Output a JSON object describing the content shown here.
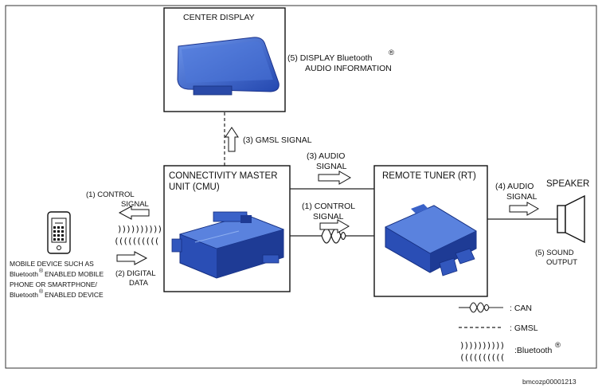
{
  "diagram": {
    "center_display": {
      "title": "CENTER DISPLAY",
      "note_line1": "(5) DISPLAY Bluetooth",
      "note_line2": "AUDIO INFORMATION"
    },
    "gmsl_signal": "(3) GMSL SIGNAL",
    "cmu": {
      "title_line1": "CONNECTIVITY MASTER",
      "title_line2": "UNIT (CMU)"
    },
    "remote_tuner": {
      "title": "REMOTE TUNER (RT)"
    },
    "audio_signal_cmu_rt": {
      "line1": "(3) AUDIO",
      "line2": "SIGNAL"
    },
    "control_signal_cmu_rt": {
      "line1": "(1) CONTROL",
      "line2": "SIGNAL"
    },
    "audio_signal_rt_spk": {
      "line1": "(4) AUDIO",
      "line2": "SIGNAL"
    },
    "speaker": {
      "title": "SPEAKER",
      "output_line1": "(5) SOUND",
      "output_line2": "OUTPUT"
    },
    "mobile": {
      "control_line1": "(1) CONTROL",
      "control_line2": "SIGNAL",
      "digital_line1": "(2) DIGITAL",
      "digital_line2": "DATA",
      "desc_line1": "MOBILE DEVICE SUCH AS",
      "desc_line2": "Bluetooth",
      "desc_line2b": "ENABLED MOBILE",
      "desc_line3": "PHONE OR SMARTPHONE/",
      "desc_line4": "Bluetooth",
      "desc_line4b": "ENABLED DEVICE"
    },
    "legend": {
      "can": ": CAN",
      "gmsl": ": GMSL",
      "bluetooth": ":Bluetooth"
    },
    "reg_mark": "®",
    "figure_ref": "bmcozp00001213"
  }
}
